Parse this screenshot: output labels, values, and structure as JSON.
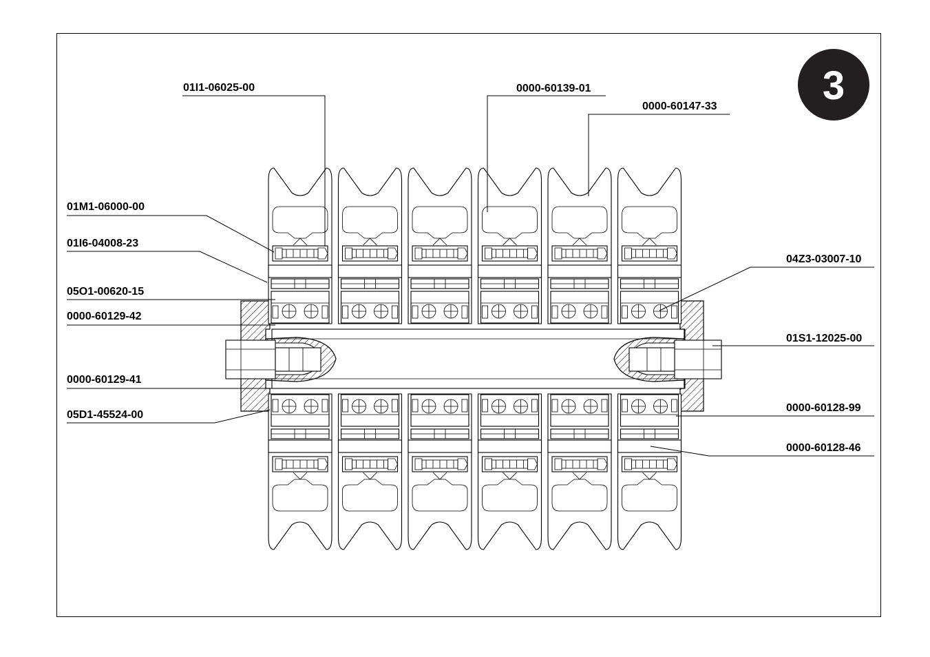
{
  "sheet": {
    "number": "3",
    "colors": {
      "line": "#000000",
      "paper": "#ffffff",
      "badge": "#231f20"
    }
  },
  "labels": {
    "top_left": "01I1-06025-00",
    "top_middle": "0000-60139-01",
    "top_right": "0000-60147-33",
    "left_1": "01M1-06000-00",
    "left_2": "01I6-04008-23",
    "left_3": "05O1-00620-15",
    "left_4": "0000-60129-42",
    "left_5": "0000-60129-41",
    "left_6": "05D1-45524-00",
    "right_1": "04Z3-03007-10",
    "right_2": "01S1-12025-00",
    "right_3": "0000-60128-99",
    "right_4": "0000-60128-46"
  }
}
